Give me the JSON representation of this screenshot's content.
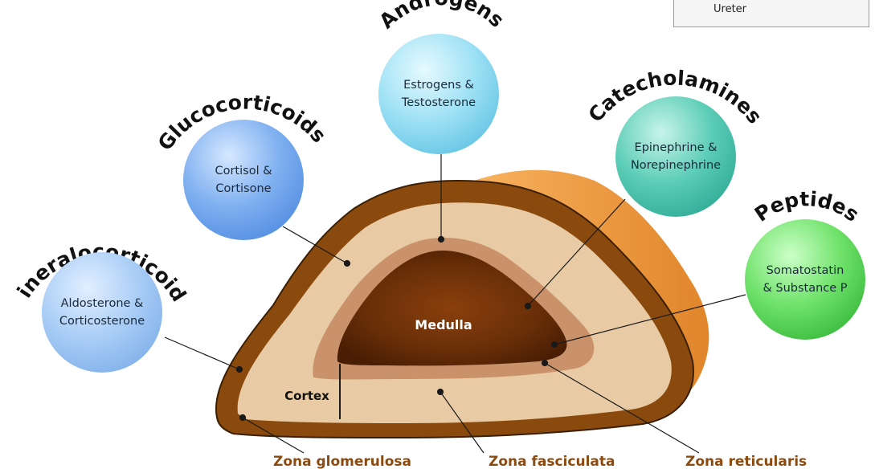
{
  "colors": {
    "capsule_outer": "#8a4a0d",
    "capsule_side": "#f2a24a",
    "cortex_fill": "#e8cba4",
    "inner_ring": "#c9926a",
    "medulla_dark": "#6a2f08",
    "label_brown": "#8a4a10"
  },
  "legend": {
    "text": "Ureter"
  },
  "hormone_groups": [
    {
      "name": "Mineralocorticoids",
      "examples": "Aldosterone &\nCorticosterone",
      "color": "#8fbcec"
    },
    {
      "name": "Glucocorticoids",
      "examples": "Cortisol &\nCortisone",
      "color": "#5b95e6"
    },
    {
      "name": "Androgens",
      "examples": "Estrogens &\nTestosterone",
      "color": "#78cfe9"
    },
    {
      "name": "Catecholamines",
      "examples": "Epinephrine &\nNorepinephrine",
      "color": "#35b39d"
    },
    {
      "name": "Peptides",
      "examples": "Somatostatin\n& Substance P",
      "color": "#3cc93e"
    }
  ],
  "regions": {
    "medulla": "Medulla",
    "cortex": "Cortex"
  },
  "zones": {
    "glomerulosa": "Zona glomerulosa",
    "fasciculata": "Zona fasciculata",
    "reticularis": "Zona reticularis"
  }
}
